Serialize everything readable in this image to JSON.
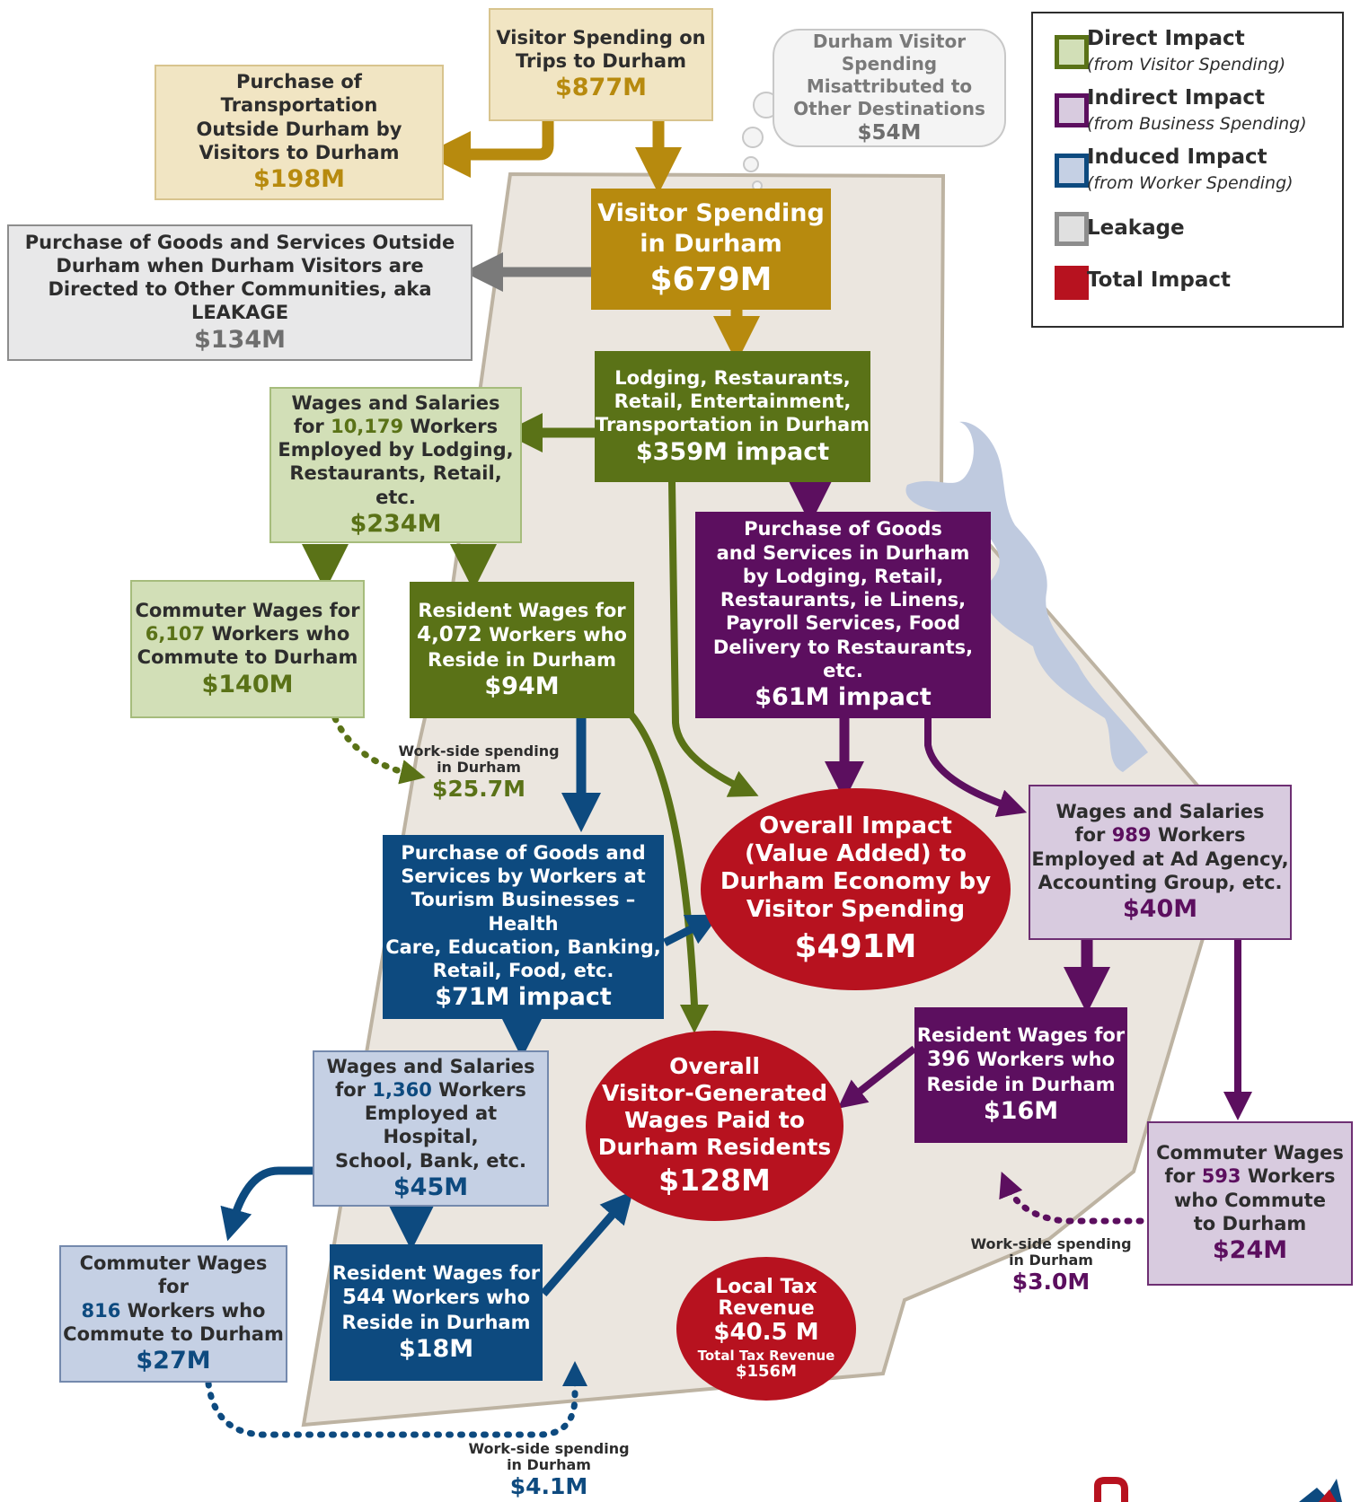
{
  "legend": {
    "direct_title": "Direct Impact",
    "direct_sub": "(from Visitor Spending)",
    "indirect_title": "Indirect Impact",
    "indirect_sub": "(from Business Spending)",
    "induced_title": "Induced Impact",
    "induced_sub": "(from Worker Spending)",
    "leakage_title": "Leakage",
    "total_title": "Total Impact"
  },
  "colors": {
    "direct": "#5a7217",
    "indirect": "#5c0f5f",
    "induced": "#0d4a7f",
    "leakage": "#8d8d8d",
    "total": "#b7121f",
    "visitor": "#b78a0e"
  },
  "nodes": {
    "visitor_trips": {
      "line1": "Visitor Spending on",
      "line2": "Trips to Durham",
      "amount": "$877M"
    },
    "transport_outside": {
      "line1": "Purchase of Transportation",
      "line2": "Outside Durham by",
      "line3": "Visitors to Durham",
      "amount": "$198M"
    },
    "misattributed": {
      "line1": "Durham Visitor Spending",
      "line2": "Misattributed to",
      "line3": "Other Destinations",
      "amount": "$54M"
    },
    "visitor_durham": {
      "line1": "Visitor Spending",
      "line2": "in Durham",
      "amount": "$679M"
    },
    "leakage": {
      "line1": "Purchase of Goods and Services Outside",
      "line2": "Durham when Durham Visitors are",
      "line3": "Directed to Other Communities, aka LEAKAGE",
      "amount": "$134M"
    },
    "lodging": {
      "line1": "Lodging, Restaurants,",
      "line2": "Retail, Entertainment,",
      "line3": "Transportation in Durham",
      "amount": "$359M impact"
    },
    "wages_direct": {
      "line1": "Wages and Salaries",
      "pre": "for ",
      "num": "10,179",
      "post": " Workers",
      "line3": "Employed by Lodging,",
      "line4": "Restaurants, Retail, etc.",
      "amount": "$234M"
    },
    "commuter_direct": {
      "line1": "Commuter Wages for",
      "num": "6,107",
      "post": " Workers who",
      "line3": "Commute to Durham",
      "amount": "$140M"
    },
    "resident_direct": {
      "line1": "Resident Wages for",
      "num": "4,072",
      "post": " Workers who",
      "line3": "Reside in Durham",
      "amount": "$94M"
    },
    "purchase_indirect": {
      "line1": "Purchase of Goods",
      "line2": "and Services in Durham",
      "line3": "by Lodging, Retail,",
      "line4": "Restaurants, ie Linens,",
      "line5": "Payroll Services, Food",
      "line6": "Delivery to Restaurants, etc.",
      "amount": "$61M impact"
    },
    "worker_purchases": {
      "line1": "Purchase of Goods  and",
      "line2": "Services by Workers at",
      "line3": "Tourism Businesses – Health",
      "line4": "Care, Education, Banking,",
      "line5": "Retail, Food, etc.",
      "amount": "$71M impact"
    },
    "overall_impact": {
      "line1": "Overall Impact",
      "line2": "(Value Added) to",
      "line3": "Durham Economy by",
      "line4": "Visitor Spending",
      "amount": "$491M"
    },
    "wages_indirect": {
      "line1": "Wages and Salaries",
      "pre": "for ",
      "num": "989",
      "post": " Workers",
      "line3": "Employed at Ad Agency,",
      "line4": "Accounting Group, etc.",
      "amount": "$40M"
    },
    "resident_indirect": {
      "line1": "Resident Wages for",
      "num": "396",
      "post": " Workers who",
      "line3": "Reside in Durham",
      "amount": "$16M"
    },
    "commuter_indirect": {
      "line1": "Commuter Wages",
      "pre": "for ",
      "num": "593",
      "post": " Workers",
      "line3": "who Commute",
      "line4": "to Durham",
      "amount": "$24M"
    },
    "wages_induced": {
      "line1": "Wages and Salaries",
      "pre": "for ",
      "num": "1,360",
      "post": " Workers",
      "line3": "Employed at Hospital,",
      "line4": "School, Bank, etc.",
      "amount": "$45M"
    },
    "overall_wages": {
      "line1": "Overall",
      "line2": "Visitor-Generated",
      "line3": "Wages Paid to",
      "line4": "Durham Residents",
      "amount": "$128M"
    },
    "commuter_induced": {
      "line1": "Commuter Wages for",
      "num": "816",
      "post": " Workers who",
      "line3": "Commute to Durham",
      "amount": "$27M"
    },
    "resident_induced": {
      "line1": "Resident Wages for",
      "num": "544",
      "post": " Workers who",
      "line3": "Reside in Durham",
      "amount": "$18M"
    },
    "local_tax": {
      "line1": "Local Tax",
      "line2": "Revenue",
      "amount": "$40.5 M",
      "sub1": "Total Tax Revenue",
      "sub2": "$156M"
    }
  },
  "notes": {
    "ws_direct": {
      "line1": "Work-side spending",
      "line2": "in Durham",
      "amount": "$25.7M"
    },
    "ws_indirect": {
      "line1": "Work-side spending",
      "line2": "in Durham",
      "amount": "$3.0M"
    },
    "ws_induced": {
      "line1": "Work-side spending",
      "line2": "in Durham",
      "amount": "$4.1M"
    }
  }
}
